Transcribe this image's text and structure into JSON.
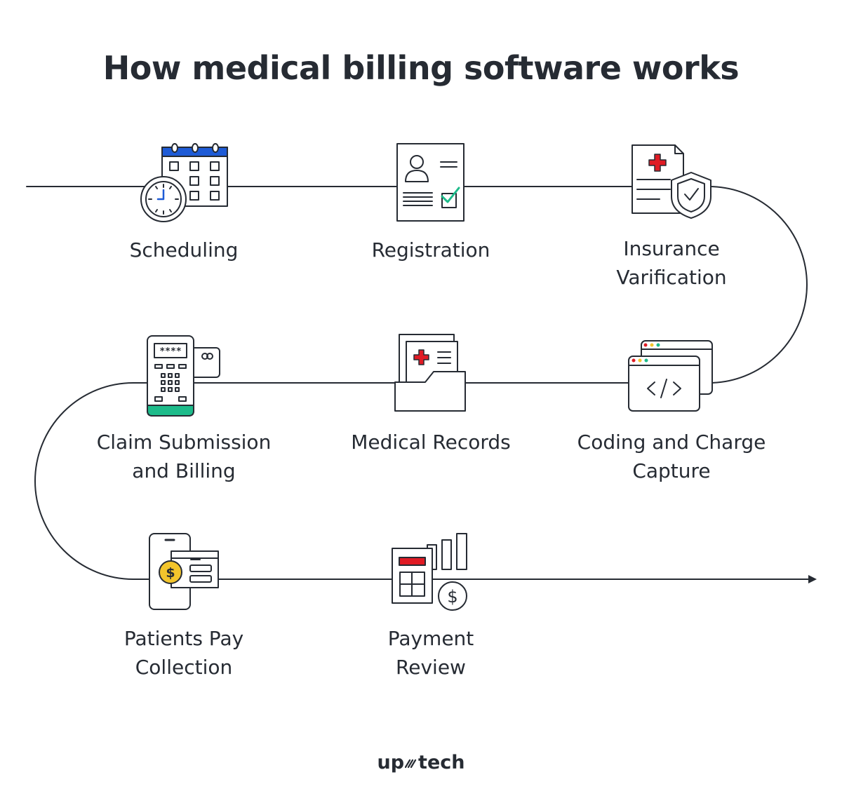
{
  "title": "How medical billing software works",
  "steps": [
    {
      "id": "scheduling",
      "lines": [
        "Scheduling"
      ],
      "icon": "calendar-clock-icon"
    },
    {
      "id": "registration",
      "lines": [
        "Registration"
      ],
      "icon": "registration-form-icon"
    },
    {
      "id": "insurance-verification",
      "lines": [
        "Insurance",
        "Varification"
      ],
      "icon": "insurance-shield-icon"
    },
    {
      "id": "coding-charge-capture",
      "lines": [
        "Coding and Charge",
        "Capture"
      ],
      "icon": "code-window-icon"
    },
    {
      "id": "medical-records",
      "lines": [
        "Medical Records"
      ],
      "icon": "medical-folder-icon"
    },
    {
      "id": "claim-submission",
      "lines": [
        "Claim Submission",
        "and Billing"
      ],
      "icon": "card-terminal-icon"
    },
    {
      "id": "patients-pay",
      "lines": [
        "Patients Pay",
        "Collection"
      ],
      "icon": "phone-payment-icon"
    },
    {
      "id": "payment-review",
      "lines": [
        "Payment",
        "Review"
      ],
      "icon": "calculator-chart-icon"
    }
  ],
  "logo": {
    "left": "up",
    "right": "tech"
  },
  "colors": {
    "ink": "#262b33",
    "blue": "#1e5bd6",
    "green": "#1dbb8a",
    "red": "#e01b24",
    "yellow": "#f3c52c"
  }
}
